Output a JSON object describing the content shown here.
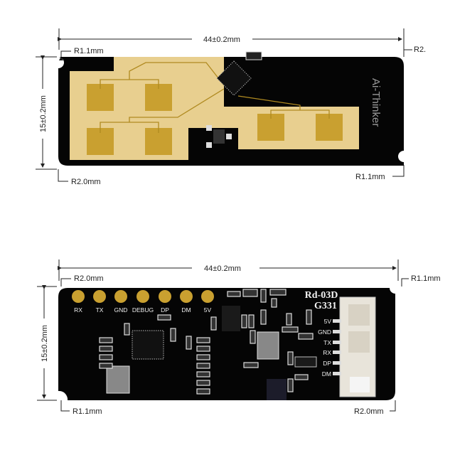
{
  "top_view": {
    "width_label": "44±0.2mm",
    "height_label": "15±0.2mm",
    "radius_top_left": "R1.1mm",
    "radius_top_right": "R2.",
    "radius_bottom_left": "R2.0mm",
    "radius_bottom_right": "R1.1mm",
    "brand_logo": "Ai-Thinker"
  },
  "bottom_view": {
    "width_label": "44±0.2mm",
    "height_label": "15±0.2mm",
    "radius_top_left": "R2.0mm",
    "radius_top_right": "R1.1mm",
    "radius_bottom_left": "R1.1mm",
    "radius_bottom_right": "R2.0mm",
    "model": "Rd-03D",
    "code": "G331",
    "pads": [
      "RX",
      "TX",
      "GND",
      "DEBUG",
      "DP",
      "DM",
      "5V"
    ],
    "connector_pins": [
      "5V",
      "GND",
      "TX",
      "RX",
      "DP",
      "DM"
    ]
  },
  "colors": {
    "board": "#050505",
    "copper": "#e8cf8f",
    "gold": "#c9a030",
    "silk": "#ffffff"
  }
}
